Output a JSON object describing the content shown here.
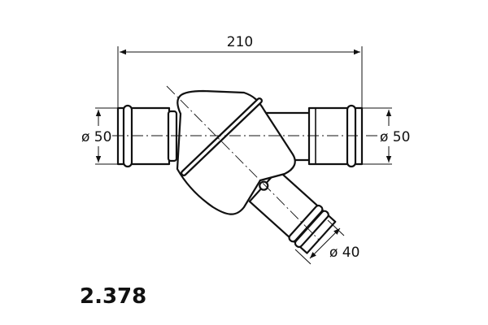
{
  "drawing": {
    "overall_length": "210",
    "left_diameter": "ø 50",
    "right_diameter": "ø 50",
    "branch_diameter": "ø 40",
    "part_number": "2.378"
  }
}
